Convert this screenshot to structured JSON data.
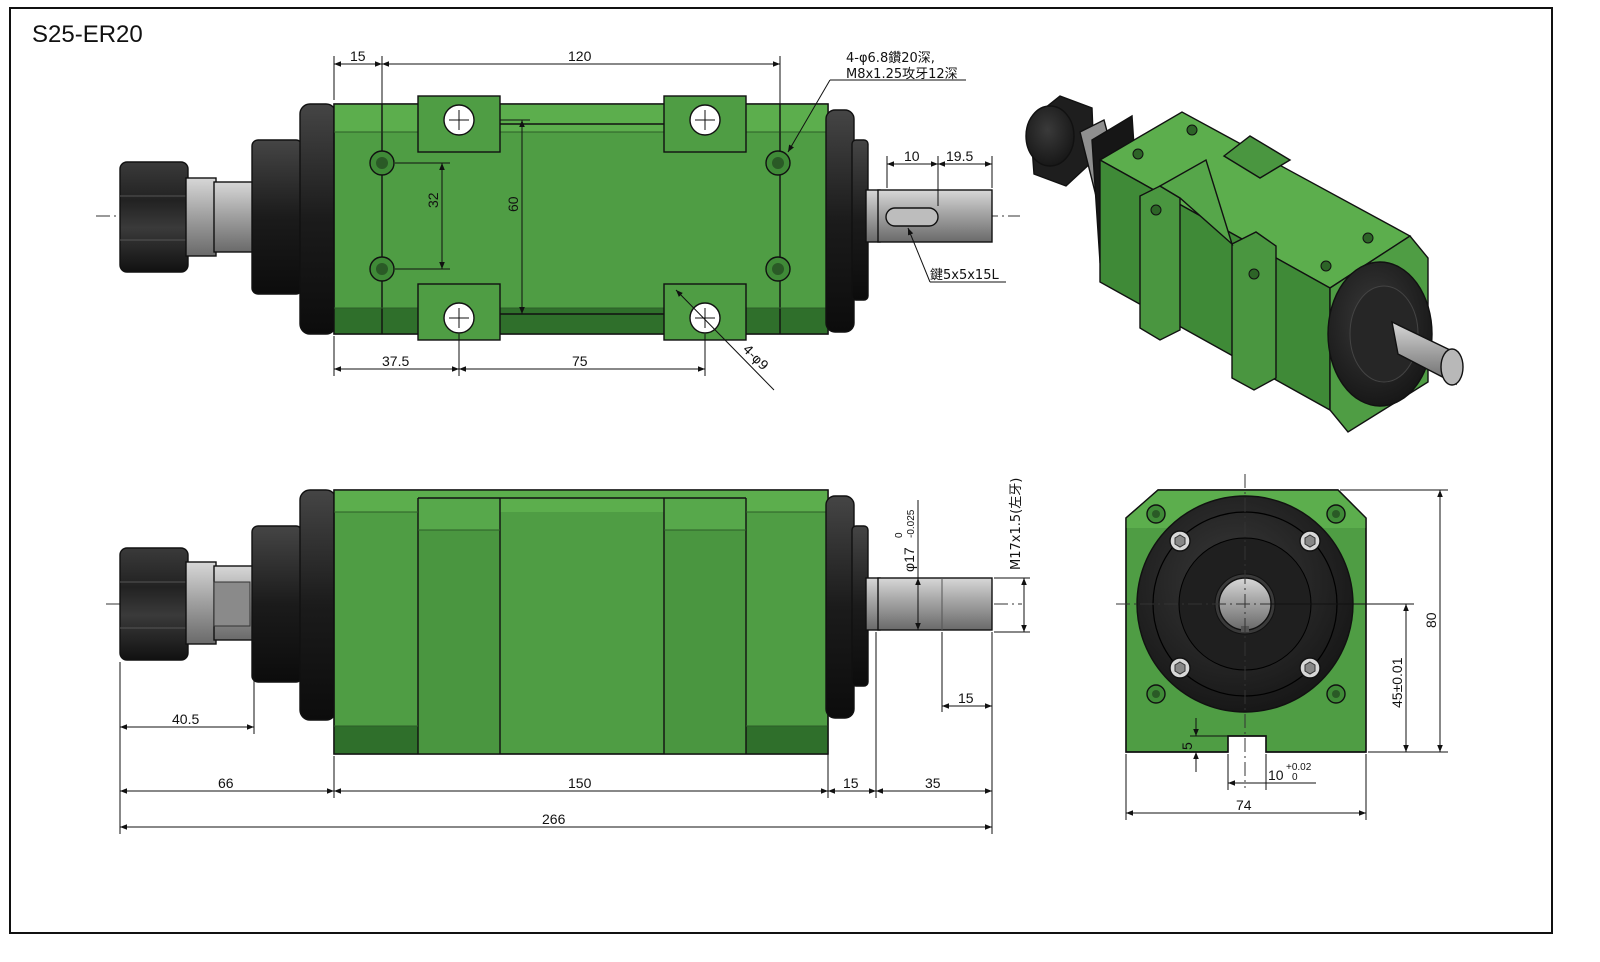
{
  "title": "S25-ER20",
  "colors": {
    "body_green": "#4f9d44",
    "light_green": "#5cae4d",
    "dark_green": "#2f6f2b",
    "black_part": "#1d1d1d",
    "shaft_grey": "#9b9b9b"
  },
  "top_view": {
    "dims": {
      "d15": "15",
      "d120": "120",
      "d32": "32",
      "d60": "60",
      "d37_5": "37.5",
      "d75": "75",
      "d10": "10",
      "d19_5": "19.5"
    },
    "note_holes_line1": "4-φ6.8鑽20深,",
    "note_holes_line2": "M8x1.25攻牙12深",
    "note_mount": "4-φ9",
    "note_key": "鍵5x5x15L"
  },
  "side_view": {
    "dims": {
      "d40_5": "40.5",
      "d15": "15",
      "d66": "66",
      "d150": "150",
      "d15b": "15",
      "d35": "35",
      "d266": "266"
    },
    "shaft_dia": "φ17",
    "shaft_tol_upper": "0",
    "shaft_tol_lower": "-0.025",
    "thread": "M17x1.5(左牙)"
  },
  "end_view": {
    "dims": {
      "d80": "80",
      "d45": "45±0.01",
      "d74": "74",
      "d5": "5",
      "d10": "10",
      "tol_upper": "+0.02",
      "tol_lower": "0"
    }
  }
}
